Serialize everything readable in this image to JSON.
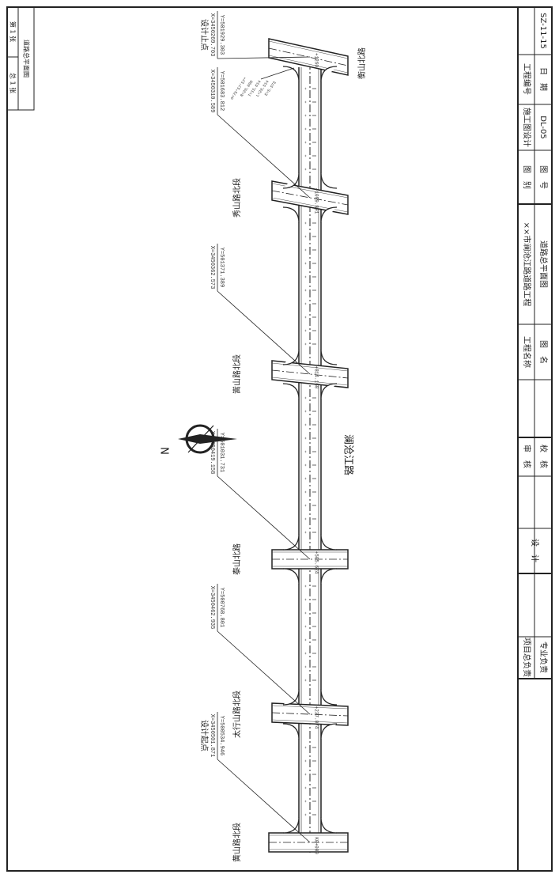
{
  "sheet": {
    "total": "总 1 张",
    "page": "第 1 张",
    "subtitle": "道路总平面图"
  },
  "title_block": {
    "project_no_label": "工程编号",
    "project_no": "SZ-11-15",
    "date_label": "日　期",
    "date": "",
    "stage": "施工图设计",
    "category_label": "图　别",
    "drawing_no_label": "图　号",
    "drawing_no": "DL-05",
    "project_name_label": "工程名称",
    "project_name": "××市澜沧江路道路工程",
    "drawing_name_label": "图　名",
    "drawing_name": "道路总平面图",
    "review": "审　核",
    "check": "校　核",
    "design": "设　计",
    "project_lead": "项目总负责",
    "discipline_lead": "专业负责"
  },
  "road_name": "澜沧江路",
  "north_label": "N",
  "intersections": [
    {
      "road": "黄山路北段",
      "chainage": "K0+000",
      "note": "设计起点",
      "x": "X=3450501.871",
      "y": "Y=500534.946"
    },
    {
      "road": "太行山路北段",
      "chainage": "+237.074",
      "note": "",
      "x": "X=3450462.935",
      "y": "Y=500768.801"
    },
    {
      "road": "泰山北路",
      "chainage": "+505.624",
      "note": "",
      "x": "X=3450419.158",
      "y": "Y=501031.731"
    },
    {
      "road": "嵩山路北段",
      "chainage": "+814.160",
      "note": "",
      "x": "X=3450362.573",
      "y": "Y=501371.389"
    },
    {
      "road": "秀山路北段",
      "chainage": "+1099.891",
      "note": "",
      "x": "X=3450310.589",
      "y": "Y=501683.812"
    },
    {
      "road": "衡山北路",
      "chainage": "+1260",
      "note": "设计止点",
      "x": "X=3450269.703",
      "y": "Y=501929.303"
    }
  ],
  "curve": [
    "α=75°57′57″",
    "R=20.000",
    "T=15.614",
    "L=26.514",
    "E=5.573"
  ]
}
